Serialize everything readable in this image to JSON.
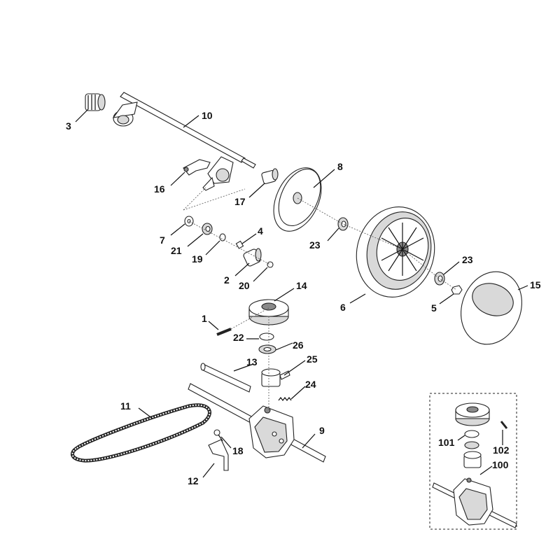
{
  "labels": {
    "p1": "1",
    "p2": "2",
    "p3": "3",
    "p4": "4",
    "p5": "5",
    "p6": "6",
    "p7": "7",
    "p8": "8",
    "p9": "9",
    "p10": "10",
    "p11": "11",
    "p12": "12",
    "p13": "13",
    "p14": "14",
    "p15": "15",
    "p16": "16",
    "p17": "17",
    "p18": "18",
    "p19": "19",
    "p20": "20",
    "p21": "21",
    "p22": "22",
    "p23a": "23",
    "p23b": "23",
    "p24": "24",
    "p25": "25",
    "p26": "26",
    "p100": "100",
    "p101": "101",
    "p102": "102"
  }
}
